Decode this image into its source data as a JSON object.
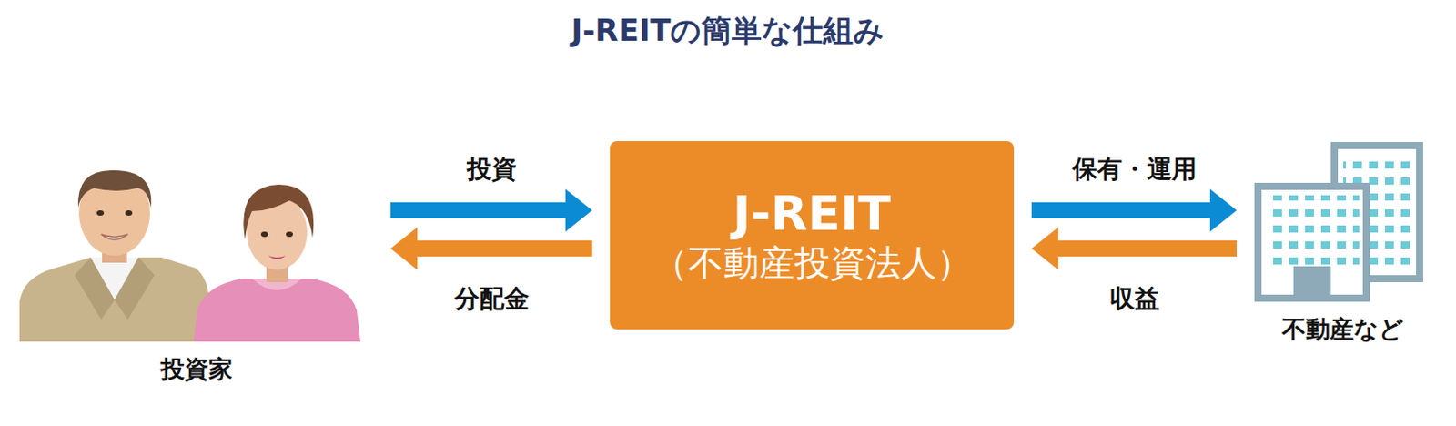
{
  "diagram": {
    "title": "J-REITの簡単な仕組み",
    "nodes": [
      {
        "text": [
          "投資家"
        ]
      },
      {
        "text": [
          "J-REIT",
          "（不動産投資法人）"
        ]
      },
      {
        "text": [
          "不動産など"
        ]
      }
    ],
    "edges": [
      {
        "from": 0,
        "to": 1,
        "label": "投資",
        "arrow": "to"
      },
      {
        "from": 1,
        "to": 0,
        "label": "分配金",
        "arrow": "to"
      },
      {
        "from": 1,
        "to": 2,
        "label": "保有・運用",
        "arrow": "to"
      },
      {
        "from": 2,
        "to": 1,
        "label": "収益",
        "arrow": "to"
      }
    ]
  }
}
